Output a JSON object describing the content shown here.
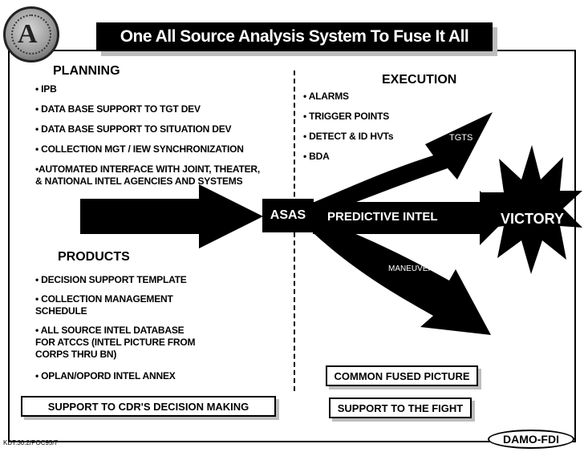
{
  "title": "One All Source Analysis System To Fuse It All",
  "planning": {
    "heading": "PLANNING",
    "items": [
      "• IPB",
      "• DATA BASE SUPPORT TO TGT DEV",
      "• DATA BASE SUPPORT TO SITUATION DEV",
      "• COLLECTION MGT / IEW SYNCHRONIZATION",
      "•AUTOMATED INTERFACE WITH JOINT, THEATER,\n& NATIONAL INTEL AGENCIES AND SYSTEMS"
    ]
  },
  "products": {
    "heading": "PRODUCTS",
    "items": [
      "• DECISION SUPPORT TEMPLATE",
      "• COLLECTION MANAGEMENT\nSCHEDULE",
      "• ALL SOURCE INTEL DATABASE\nFOR ATCCS  (INTEL PICTURE FROM\nCORPS THRU BN)",
      "• OPLAN/OPORD INTEL ANNEX"
    ]
  },
  "execution": {
    "heading": "EXECUTION",
    "items": [
      "• ALARMS",
      "• TRIGGER POINTS",
      "• DETECT & ID HVTs",
      "• BDA"
    ]
  },
  "flow": {
    "asas": "ASAS",
    "center": "PREDICTIVE INTEL",
    "upper_branch": "TGTS",
    "lower_branch": "MANEUVER",
    "outcome": "VICTORY"
  },
  "boxes": {
    "cdr_support": "SUPPORT TO CDR'S DECISION MAKING",
    "common_picture": "COMMON FUSED PICTURE",
    "fight_support": "SUPPORT TO THE FIGHT"
  },
  "footer": {
    "org": "DAMO-FDI",
    "code": "KDT.30.2/POC95/7"
  }
}
